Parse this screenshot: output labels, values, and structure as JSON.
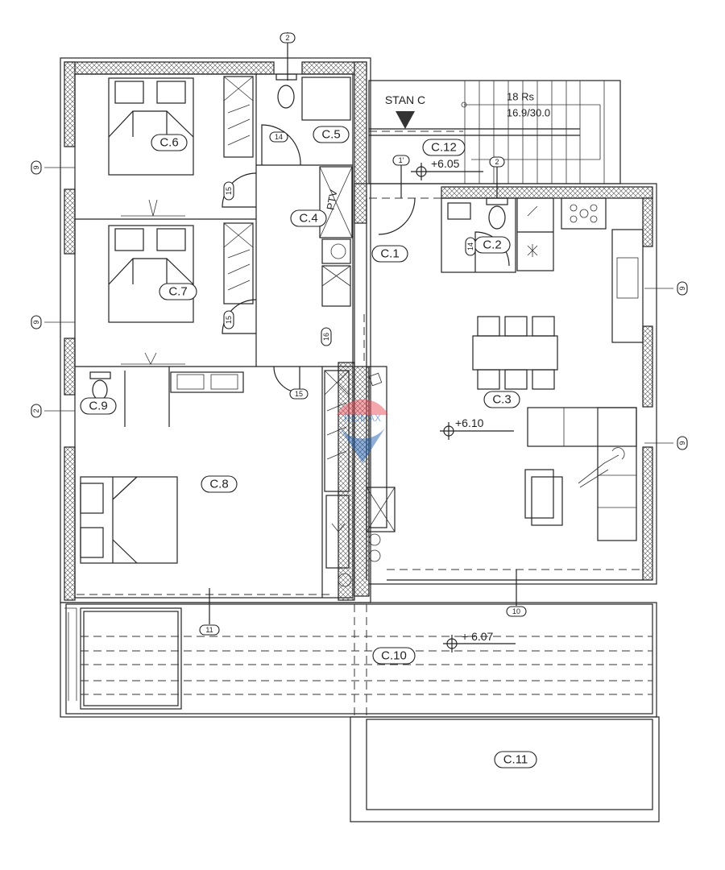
{
  "plan": {
    "unit_title": "STAN C",
    "stairs": {
      "risers": "18 Rs",
      "ratio": "16.9/30.0"
    },
    "ptv_label": "PTV",
    "rooms": {
      "c1": "C.1",
      "c2": "C.2",
      "c3": "C.3",
      "c4": "C.4",
      "c5": "C.5",
      "c6": "C.6",
      "c7": "C.7",
      "c8": "C.8",
      "c9": "C.9",
      "c10": "C.10",
      "c11": "C.11",
      "c12": "C.12"
    },
    "elevations": {
      "entry": "+6.05",
      "living": "+6.10",
      "terrace": "+ 6.07"
    },
    "tags": {
      "t2_top": "2",
      "t14_c5": "14",
      "t15_c6": "15",
      "t15_c7": "15",
      "t16": "16",
      "t15_c8": "15",
      "t1p": "1'",
      "t2_c2": "2",
      "t14_c2": "14",
      "t10": "10",
      "t11": "11",
      "t9_left_a": "9",
      "t9_left_b": "9",
      "t2_left": "2",
      "t9_right_a": "9",
      "t9_right_b": "9"
    },
    "watermark": "RE/MAX",
    "colors": {
      "line": "#222222",
      "watermark_red": "#e8505b",
      "watermark_blue": "#1f5fb0"
    }
  }
}
